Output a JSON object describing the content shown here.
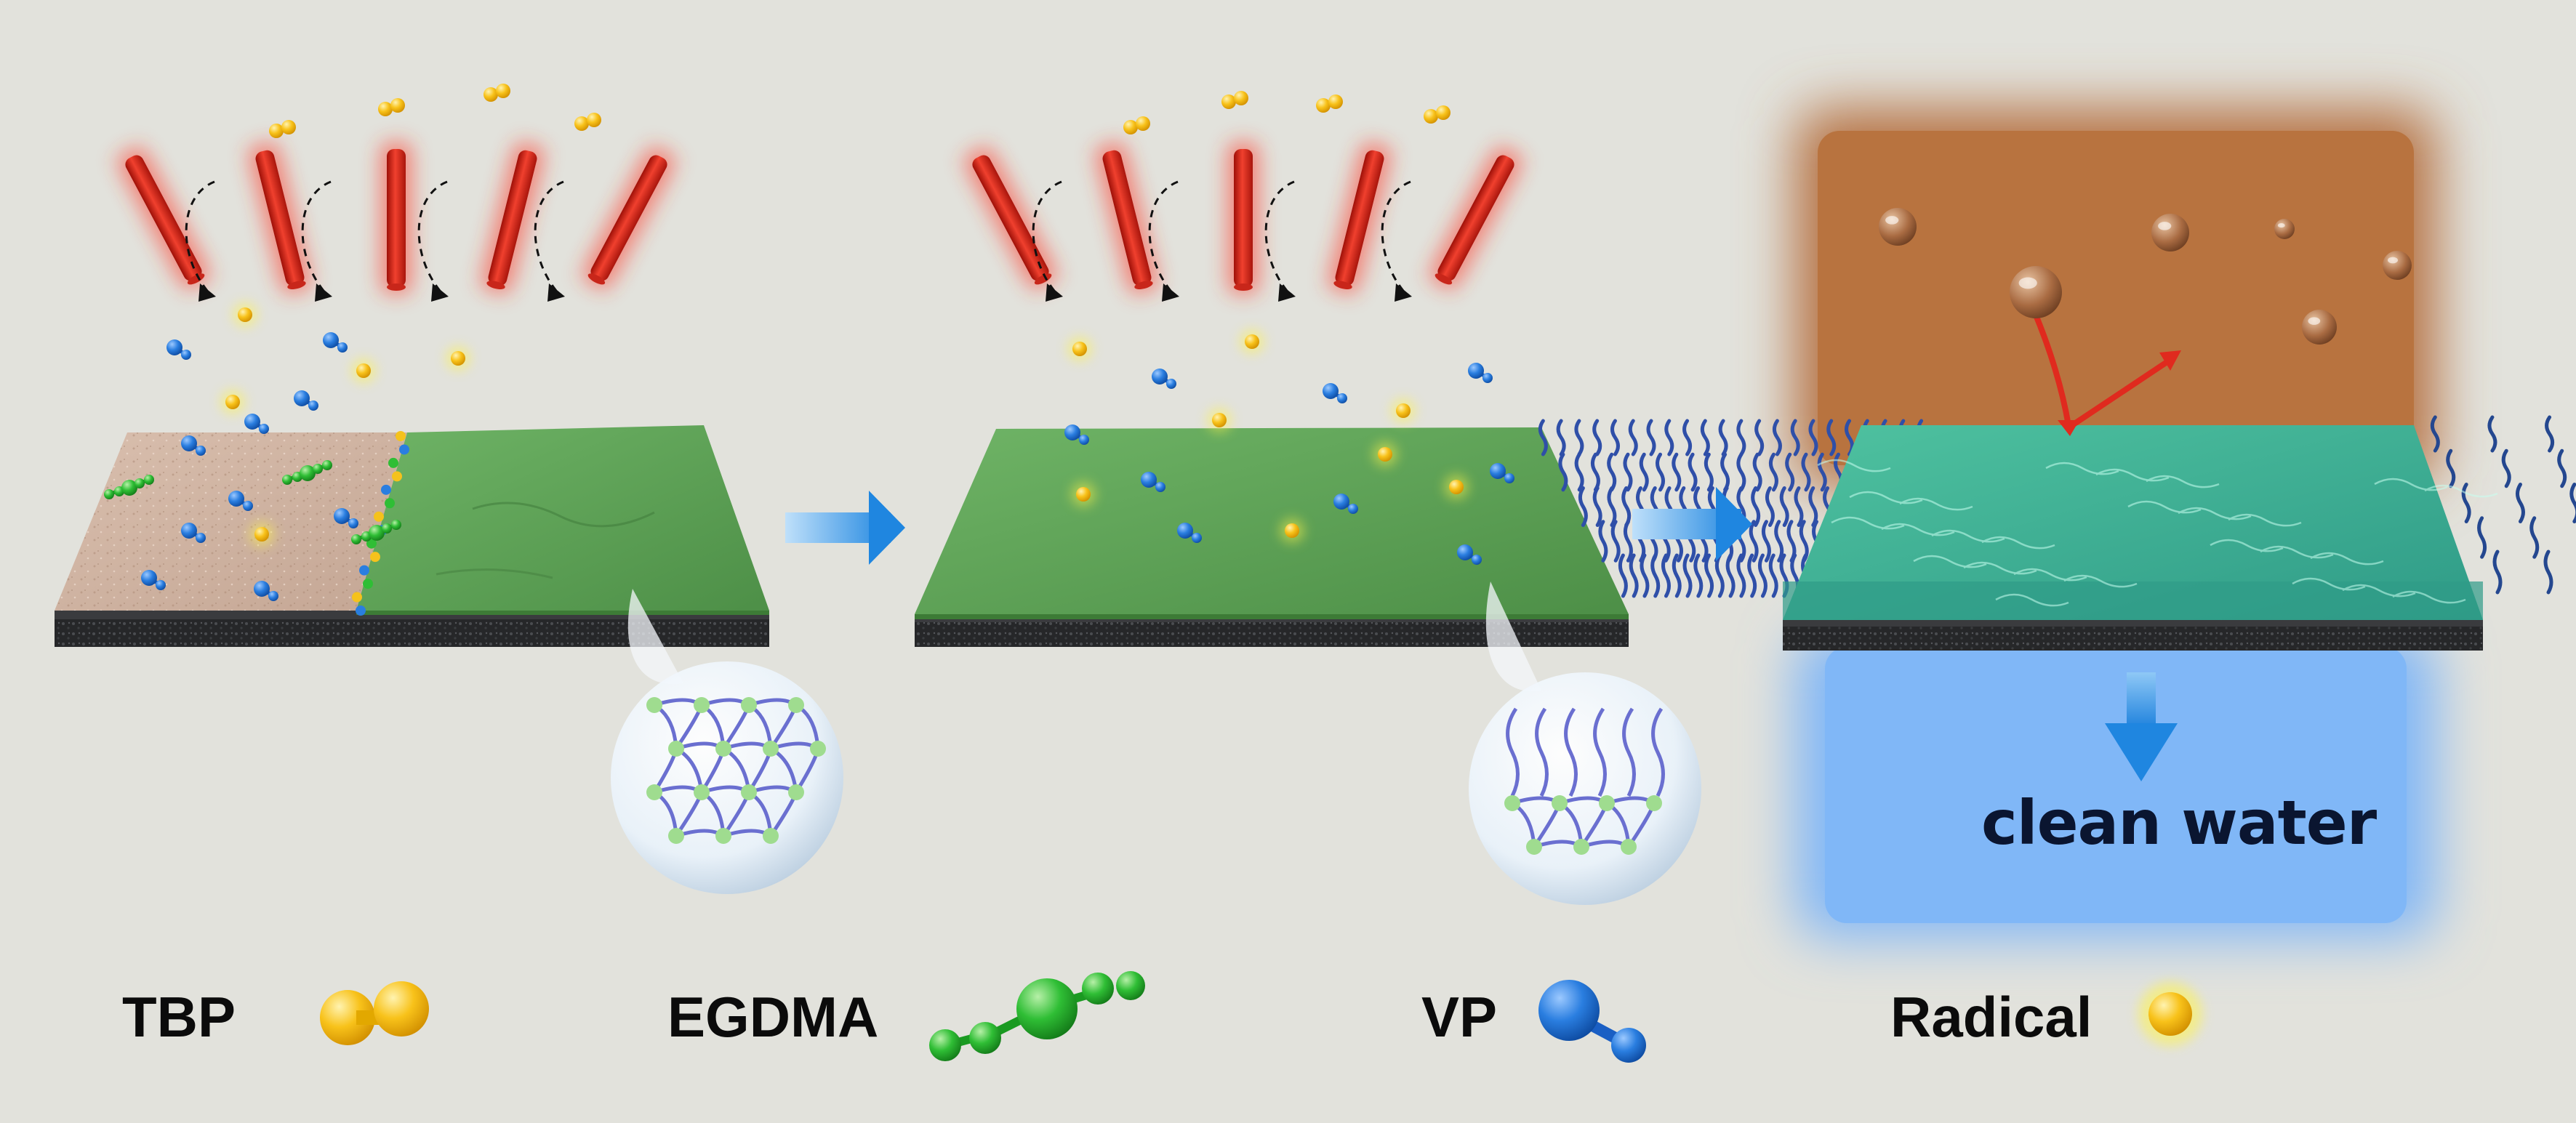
{
  "caption": "clean water",
  "legend": [
    {
      "id": "tbp",
      "label": "TBP",
      "icon": "tbp-molecule-icon",
      "color": "#f5b800"
    },
    {
      "id": "egdma",
      "label": "EGDMA",
      "icon": "egdma-molecule-icon",
      "color": "#1fae2a"
    },
    {
      "id": "vp",
      "label": "VP",
      "icon": "vp-molecule-icon",
      "color": "#1d6fd6"
    },
    {
      "id": "radical",
      "label": "Radical",
      "icon": "radical-dot-icon",
      "color": "#f7b500"
    }
  ],
  "colors": {
    "background": "#e2e2dc",
    "uv_lamp": "#e02a1e",
    "membrane_green": "#5aa052",
    "substrate_dark": "#2b2d30",
    "polymer_brush": "#2f4fa8",
    "foulant_zone": "#b5703f",
    "clean_water_zone": "#7fb6f7",
    "process_arrow": "#2b8fe0"
  },
  "stages": [
    "crosslinking-initiation",
    "vp-grafting",
    "antifouling-filtration"
  ]
}
